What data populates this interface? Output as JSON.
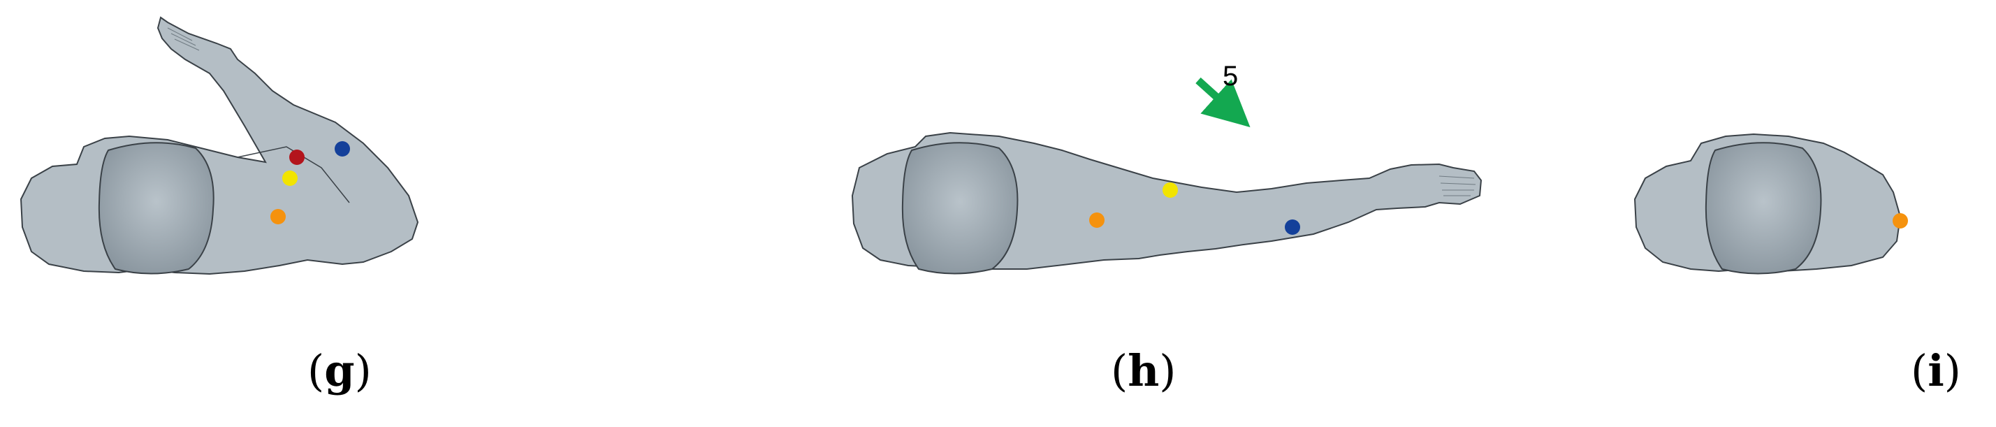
{
  "figure": {
    "panels": [
      {
        "id": "g",
        "caption_open": "(",
        "caption_letter": "g",
        "caption_close": ")"
      },
      {
        "id": "h",
        "caption_open": "(",
        "caption_letter": "h",
        "caption_close": ")"
      },
      {
        "id": "i",
        "caption_open": "(",
        "caption_letter": "i",
        "caption_close": ")"
      }
    ],
    "arrow_label": "5",
    "colors": {
      "body": "#b4bec5",
      "body_outline": "#3a4147",
      "head": "#8f9ba3",
      "marker_red": "#b3141c",
      "marker_blue": "#14409a",
      "marker_yellow": "#f2e400",
      "marker_orange": "#f5920e",
      "arrow_green": "#13a850"
    }
  }
}
